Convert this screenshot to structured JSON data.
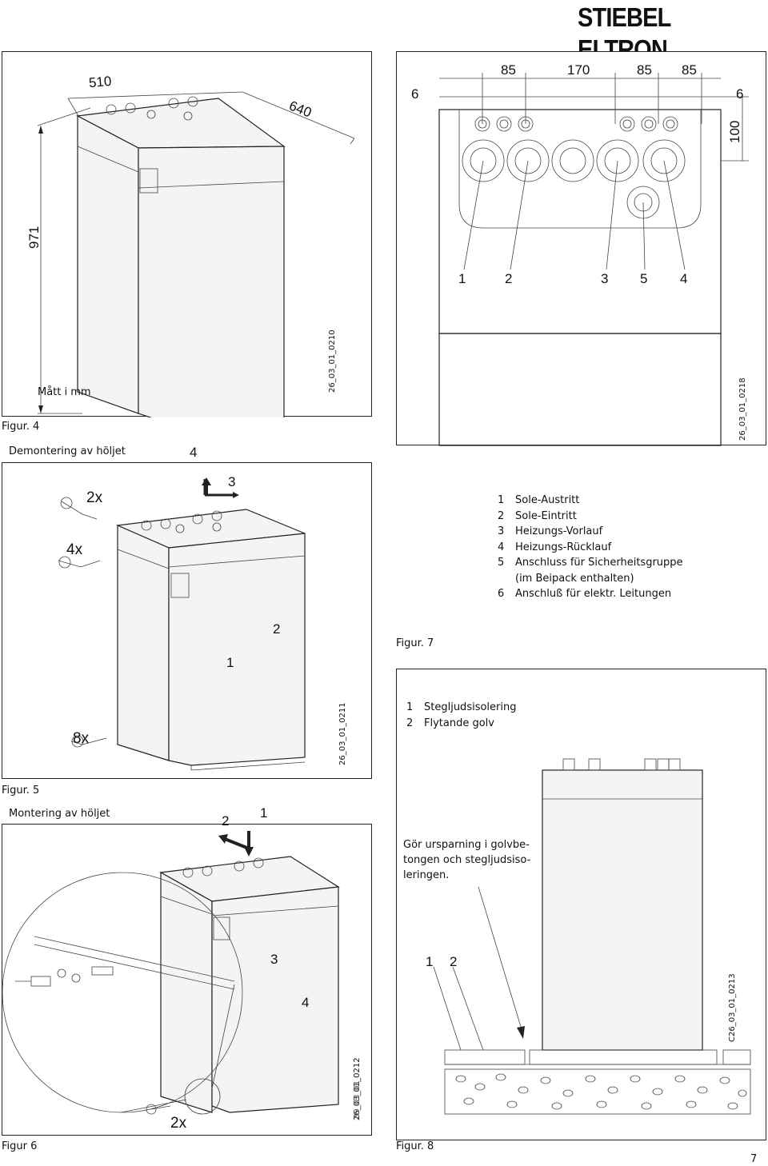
{
  "brand": "STIEBEL ELTRON",
  "page_number": "7",
  "fig4": {
    "caption": "Figur. 4",
    "dims": {
      "width": "510",
      "depth": "640",
      "height": "971"
    },
    "unit_note": "Mått i mm",
    "code": "26_03_01_0210"
  },
  "fig7": {
    "caption": "Figur. 7",
    "top_dims": [
      "6",
      "85",
      "170",
      "85",
      "85",
      "6"
    ],
    "side_dim": "100",
    "callouts": [
      "1",
      "2",
      "3",
      "5",
      "4"
    ],
    "code": "26_03_01_0218",
    "legend": [
      {
        "n": "1",
        "text": "Sole-Austritt"
      },
      {
        "n": "2",
        "text": "Sole-Eintritt"
      },
      {
        "n": "3",
        "text": "Heizungs-Vorlauf"
      },
      {
        "n": "4",
        "text": "Heizungs-Rücklauf"
      },
      {
        "n": "5",
        "text": "Anschluss für Sicherheitsgruppe"
      },
      {
        "n": "",
        "text": "(im Beipack enthalten)"
      },
      {
        "n": "6",
        "text": "Anschluß für elektr. Leitungen"
      }
    ]
  },
  "fig5": {
    "caption": "Figur. 5",
    "title": "Demontering av höljet",
    "counts": [
      "2x",
      "4x",
      "8x"
    ],
    "arrows": [
      "4",
      "3",
      "1",
      "2"
    ],
    "code": "26_03_01_0211"
  },
  "fig6": {
    "caption": "Figur 6",
    "title": "Montering av höljet",
    "arrows": [
      "2",
      "1",
      "3",
      "4"
    ],
    "count": "2x",
    "code": "26_03_01_0212",
    "overprint": "89_03_01"
  },
  "fig8": {
    "caption": "Figur. 8",
    "legend": [
      {
        "n": "1",
        "text": "Stegljudsisolering"
      },
      {
        "n": "2",
        "text": "Flytande golv"
      }
    ],
    "note": [
      "Gör ursparning i golvbe-",
      "tongen och stegljudsiso-",
      "leringen."
    ],
    "callouts": [
      "1",
      "2"
    ],
    "code": "C26_03_01_0213"
  }
}
